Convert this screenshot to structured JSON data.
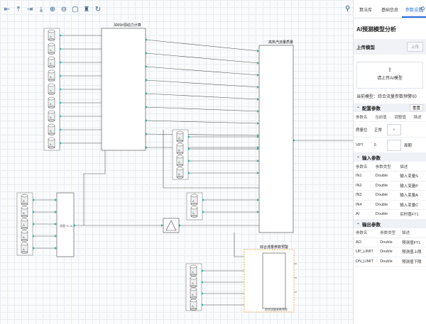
{
  "toolbar": {
    "icons": [
      "align-left-icon",
      "align-top-icon",
      "align-right-icon",
      "align-bottom-icon",
      "zoom-in-icon",
      "zoom-out-icon",
      "fit-icon",
      "trash-icon",
      "reset-icon"
    ]
  },
  "tabs": [
    {
      "label": "算法库",
      "active": false
    },
    {
      "label": "基础信息",
      "active": false
    },
    {
      "label": "参数设置",
      "active": true
    }
  ],
  "panel": {
    "title": "AI预测模型分析",
    "upload_label": "上传模型",
    "upload_button": "上传",
    "dropzone_text": "请上传AI模型",
    "current_model": "当前模型：综合流量参数预警00",
    "config": {
      "title": "配置参数",
      "reset": "重置",
      "headers": [
        "参数名",
        "当前值",
        "调整值",
        "描述"
      ],
      "rows": [
        {
          "name": "质量位",
          "value": "正常",
          "adjust": "∨",
          "desc": ""
        },
        {
          "name": "VPT",
          "value": "5",
          "adjust": "",
          "desc": "周期"
        }
      ]
    },
    "inputs": {
      "title": "输入参数",
      "headers": [
        "参数名",
        "参数类型",
        "描述"
      ],
      "rows": [
        {
          "name": "IN1",
          "type": "Double",
          "desc": "输入变量S"
        },
        {
          "name": "IN2",
          "type": "Double",
          "desc": "输入变量P"
        },
        {
          "name": "IN3",
          "type": "Double",
          "desc": "输入变量A"
        },
        {
          "name": "IN4",
          "type": "Double",
          "desc": "输入变量C"
        },
        {
          "name": "AI",
          "type": "Double",
          "desc": "实时值FT1"
        }
      ]
    },
    "outputs": {
      "title": "输出参数",
      "headers": [
        "参数名",
        "参数类型",
        "描述"
      ],
      "rows": [
        {
          "name": "AO",
          "type": "Double",
          "desc": "预测值FT1"
        },
        {
          "name": "UP_LIMIT",
          "type": "Double",
          "desc": "预测值上限"
        },
        {
          "name": "DN_LIMIT",
          "type": "Double",
          "desc": "预测值下限"
        }
      ]
    }
  },
  "diagram": {
    "block1_title": "3005#源动力计算",
    "block2_title": "高热汽流量质量",
    "block3_title": "综合流量参数预警",
    "block4_label": "流量 % 1#",
    "block3_footer": "综合流量参数预警",
    "node_a": "A",
    "port_out": "OUT"
  }
}
